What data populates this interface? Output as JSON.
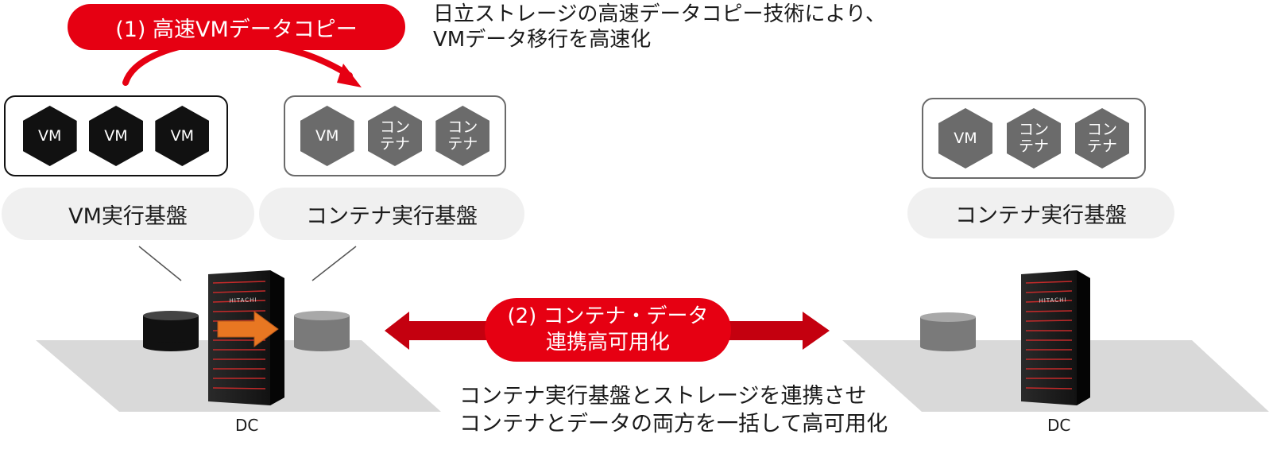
{
  "top": {
    "copy_label": "(1) 高速VMデータコピー",
    "copy_desc": "日立ストレージの高速データコピー技術により、\nVMデータ移行を高速化"
  },
  "left_vm_box": {
    "items": [
      "VM",
      "VM",
      "VM"
    ]
  },
  "left_container_box": {
    "items": [
      "VM",
      "コン\nテナ",
      "コン\nテナ"
    ]
  },
  "right_container_box": {
    "items": [
      "VM",
      "コン\nテナ",
      "コン\nテナ"
    ]
  },
  "platforms": {
    "vm": "VM実行基盤",
    "container_left": "コンテナ実行基盤",
    "container_right": "コンテナ実行基盤"
  },
  "middle": {
    "ha_label": "(2) コンテナ・データ\n連携高可用化",
    "ha_desc": "コンテナ実行基盤とストレージを連携させ\nコンテナとデータの両方を一括して高可用化"
  },
  "datacenters": {
    "left": "DC",
    "right": "DC"
  },
  "server": {
    "brand": "HITACHI"
  },
  "colors": {
    "accent_red": "#e60012",
    "arrow_dark_red": "#c4000f",
    "orange_arrow": "#e87722"
  }
}
